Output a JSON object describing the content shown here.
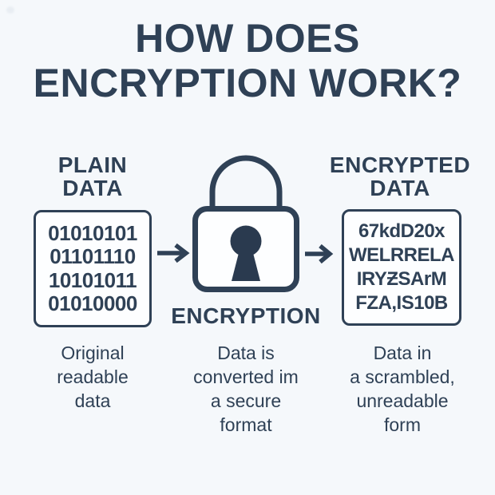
{
  "meta": {
    "background_color": "#f5f8fb",
    "ink_color": "#2f4156",
    "box_fill_color": "#fdfeff"
  },
  "title": {
    "line1": "HOW DOES",
    "line2": "ENCRYPTION WORK?"
  },
  "icons": {
    "lock": "padlock",
    "arrow": "→"
  },
  "plain": {
    "heading": {
      "line1": "PLAIN",
      "line2": "DATA"
    },
    "box_lines": [
      "01010101",
      "01101110",
      "10101011",
      "01010000"
    ],
    "caption_lines": [
      "Original",
      "readable",
      "data"
    ]
  },
  "encryption": {
    "label": "ENCRYPTION",
    "caption_lines": [
      "Data is",
      "converted im",
      "a secure",
      "format"
    ]
  },
  "encrypted": {
    "heading": {
      "line1": "ENCRYPTED",
      "line2": "DATA"
    },
    "box_lines": [
      "67kdD20x",
      "WELRRELA",
      "IRYƵSArM",
      "FZA,IS10B"
    ],
    "caption_lines": [
      "Data in",
      "a scrambled,",
      "unreadable",
      "form"
    ]
  }
}
